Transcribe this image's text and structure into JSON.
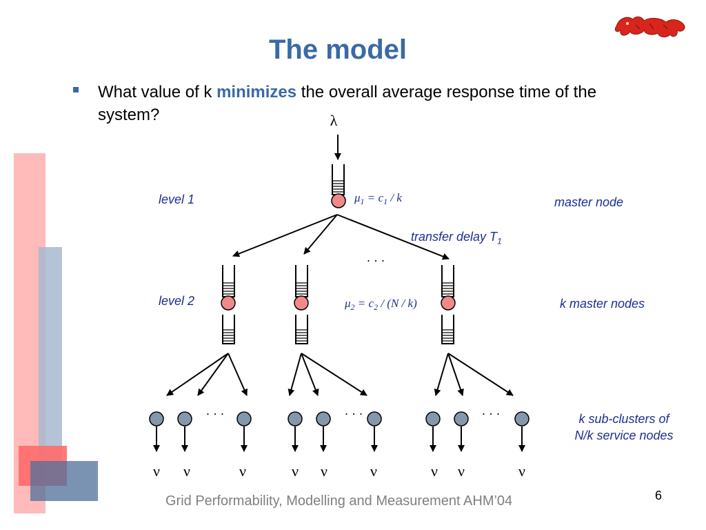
{
  "slide": {
    "title": "The model",
    "bullet": {
      "before": "What value of k ",
      "emphasis": "minimizes",
      "after": " the overall average response time of the system?"
    },
    "footer": "Grid Performability, Modelling and Measurement  AHM’04",
    "page_number": "6"
  },
  "diagram": {
    "arrival_symbol": "λ",
    "service_symbol": "ν",
    "ellipsis": "· · ·",
    "labels": {
      "level1": "level 1",
      "level2": "level 2",
      "master_node": "master node",
      "k_master_nodes": "k master nodes",
      "sub_clusters_line1": "k sub-clusters of",
      "sub_clusters_line2": "N/k service nodes",
      "transfer_delay": "transfer delay T",
      "transfer_delay_subscript": "1"
    },
    "formulas": {
      "mu1": {
        "mu": "μ",
        "sub": "1",
        "rest": " = c",
        "csub": "1",
        "tail": " / k"
      },
      "mu2": {
        "mu": "μ",
        "sub": "2",
        "rest": " = c",
        "csub": "2",
        "tail": " / (N / k)"
      }
    },
    "colors": {
      "master": "#f08a8a",
      "service": "#8497ad",
      "accent": "#3a6aa5",
      "label": "#1c2f8f"
    }
  }
}
